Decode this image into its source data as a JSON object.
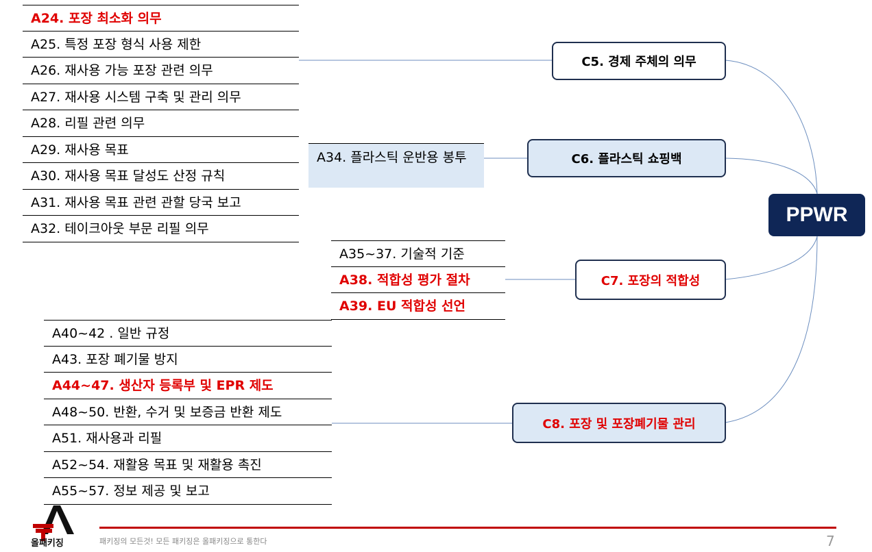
{
  "center": "PPWR",
  "categories": {
    "c5": "C5. 경제 주체의 의무",
    "c6": "C6. 플라스틱 쇼핑백",
    "c7": "C7. 포장의 적합성",
    "c8": "C8. 포장 및 포장폐기물 관리"
  },
  "c5_articles": [
    {
      "label": "A24. 포장 최소화 의무",
      "highlight": true
    },
    {
      "label": "A25. 특정 포장 형식 사용 제한",
      "highlight": false
    },
    {
      "label": "A26. 재사용 가능 포장 관련 의무",
      "highlight": false
    },
    {
      "label": "A27. 재사용 시스템 구축 및 관리 의무",
      "highlight": false
    },
    {
      "label": "A28. 리필 관련 의무",
      "highlight": false
    },
    {
      "label": "A29. 재사용 목표",
      "highlight": false
    },
    {
      "label": "A30. 재사용 목표 달성도 산정 규칙",
      "highlight": false
    },
    {
      "label": "A31. 재사용 목표 관련 관할 당국 보고",
      "highlight": false
    },
    {
      "label": "A32. 테이크아웃 부문 리필 의무",
      "highlight": false
    }
  ],
  "c6_articles": {
    "a34": "A34. 플라스틱 운반용 봉투"
  },
  "c7_articles": [
    {
      "label": "A35~37. 기술적 기준",
      "highlight": false
    },
    {
      "label": "A38. 적합성 평가 절차",
      "highlight": true
    },
    {
      "label": "A39. EU 적합성 선언",
      "highlight": true
    }
  ],
  "c8_articles": [
    {
      "label": "A40~42 . 일반 규정",
      "highlight": false
    },
    {
      "label": "A43. 포장 폐기물 방지",
      "highlight": false
    },
    {
      "label": "A44~47.  생산자 등록부 및 EPR 제도",
      "highlight": true
    },
    {
      "label": "A48~50. 반환, 수거 및 보증금 반환 제도",
      "highlight": false
    },
    {
      "label": "A51. 재사용과 리필",
      "highlight": false
    },
    {
      "label": "A52~54. 재활용 목표 및 재활용 촉진",
      "highlight": false
    },
    {
      "label": "A55~57. 정보 제공 및 보고",
      "highlight": false
    }
  ],
  "footer": {
    "logo_text": "올패키징",
    "tagline": "패키징의 모든것! 모든 패키징은 올패키징으로 통한다",
    "page_number": "7"
  },
  "colors": {
    "highlight": "#e00000",
    "center_bg": "#0f2656",
    "shaded_bg": "#dce8f5",
    "connector": "#6c8ebf",
    "footer_rule": "#c00000"
  }
}
